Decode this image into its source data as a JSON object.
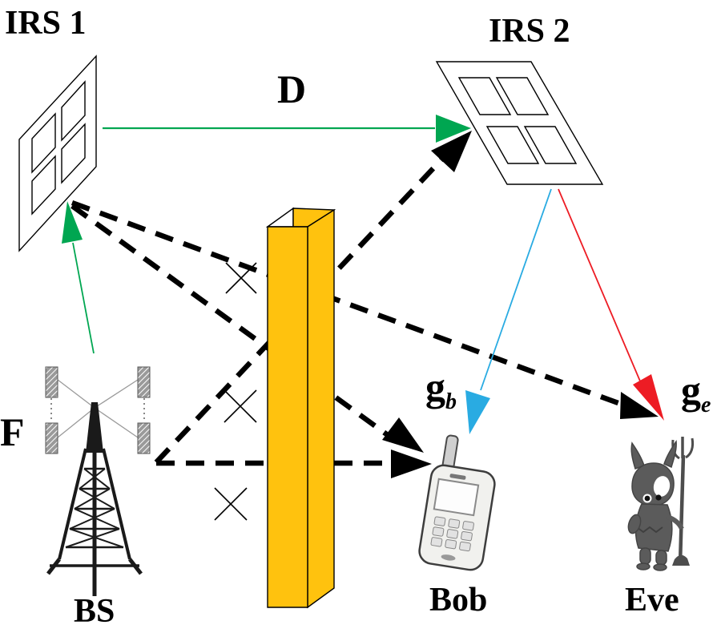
{
  "figure": {
    "background": "#ffffff",
    "description": "IRS-aided secure wireless communication system diagram",
    "nodes": {
      "irs1": {
        "label": "IRS 1",
        "type": "irs-reflecting-panel"
      },
      "irs2": {
        "label": "IRS 2",
        "type": "irs-reflecting-panel"
      },
      "bs": {
        "label": "BS",
        "type": "base-station-tower"
      },
      "bob": {
        "label": "Bob",
        "type": "legitimate-user-phone"
      },
      "eve": {
        "label": "Eve",
        "type": "eavesdropper-devil"
      }
    },
    "links": {
      "f": {
        "label": "F",
        "from": "BS",
        "to": "IRS 1",
        "style": "solid",
        "color": "#00A651"
      },
      "d": {
        "label": "D",
        "from": "IRS 1",
        "to": "IRS 2",
        "style": "solid",
        "color": "#00A651"
      },
      "gb": {
        "label_main": "g",
        "label_sub": "b",
        "from": "IRS 2",
        "to": "Bob",
        "style": "solid",
        "color": "#29ABE2"
      },
      "ge": {
        "label_main": "g",
        "label_sub": "e",
        "from": "IRS 2",
        "to": "Eve",
        "style": "solid",
        "color": "#ED1C24"
      },
      "bs_bob": {
        "from": "BS",
        "to": "Bob",
        "style": "dashed",
        "color": "#000000",
        "blocked": true
      },
      "bs_irs2": {
        "from": "BS",
        "to": "IRS 2",
        "style": "dashed",
        "color": "#000000",
        "blocked": true
      },
      "irs1_bob": {
        "from": "IRS 1",
        "to": "Bob",
        "style": "dashed",
        "color": "#000000",
        "blocked": true
      },
      "irs1_eve": {
        "from": "IRS 1",
        "to": "Eve",
        "style": "dashed",
        "color": "#000000",
        "blocked": true
      }
    },
    "obstacle": {
      "type": "wall",
      "color": "#FFC20E",
      "blocked_cross_marks": 3
    }
  }
}
